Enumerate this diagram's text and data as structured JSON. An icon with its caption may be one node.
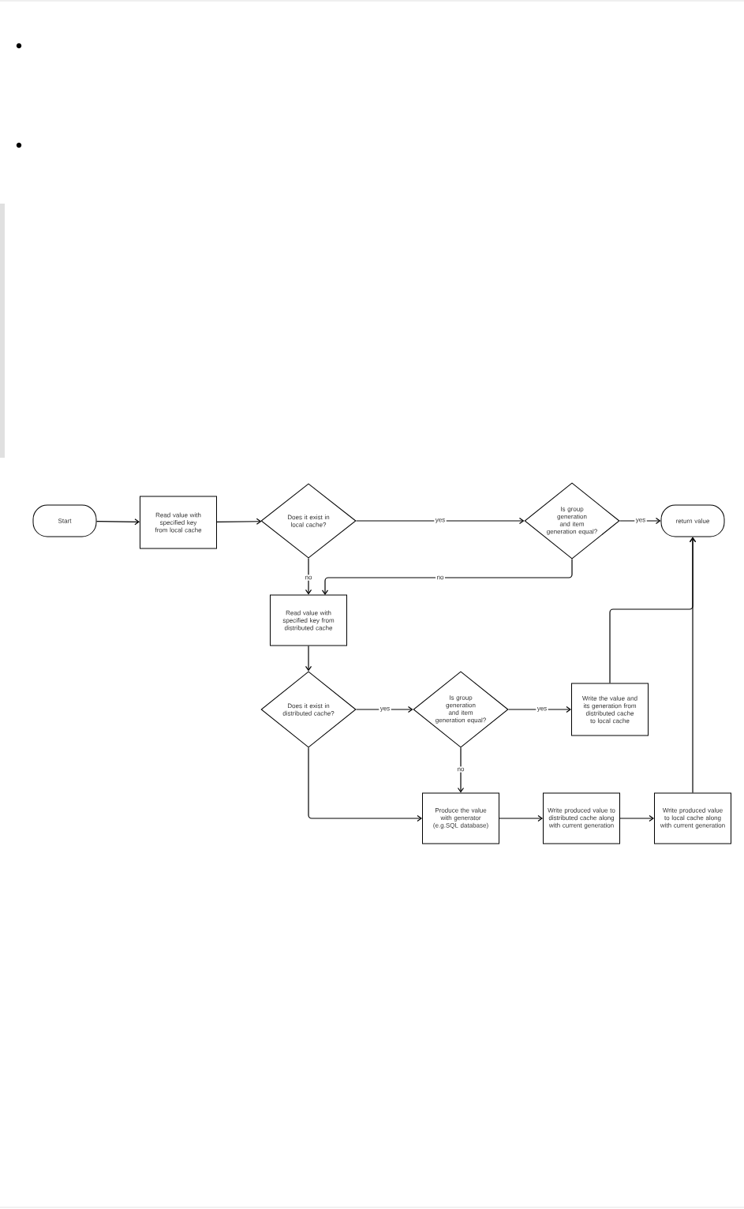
{
  "diagram": {
    "nodes": [
      {
        "text": [
          "Start"
        ]
      },
      {
        "text": [
          "Read value with specified key from local cache"
        ]
      },
      {
        "text": [
          "Does it exist in local cache?"
        ]
      },
      {
        "text": [
          "Is group generation and item generation equal?"
        ]
      },
      {
        "text": [
          "return value"
        ]
      },
      {
        "text": [
          "Read value with specified key from distributed cache"
        ]
      },
      {
        "text": [
          "Does it exist in distributed cache?"
        ]
      },
      {
        "text": [
          "Is group generation and item generation equal?"
        ]
      },
      {
        "text": [
          "Write the value and its generation from distributed cache to local cache"
        ]
      },
      {
        "text": [
          "Produce the value with generator (e.g.SQL database)"
        ]
      },
      {
        "text": [
          "Write produced value to distributed cache along with current generation"
        ]
      },
      {
        "text": [
          "Write produced value to local cache along with current generation"
        ]
      }
    ],
    "edges": [
      {
        "from": 0,
        "to": 1,
        "arrow": "to"
      },
      {
        "from": 1,
        "to": 2,
        "arrow": "to"
      },
      {
        "from": 2,
        "to": 3,
        "arrow": "to",
        "label": "yes"
      },
      {
        "from": 3,
        "to": 4,
        "arrow": "to",
        "label": "yes"
      },
      {
        "from": 2,
        "to": 5,
        "arrow": "to",
        "label": "no"
      },
      {
        "from": 3,
        "to": 5,
        "arrow": "to",
        "label": "no"
      },
      {
        "from": 5,
        "to": 6,
        "arrow": "to"
      },
      {
        "from": 6,
        "to": 7,
        "arrow": "to",
        "label": "yes"
      },
      {
        "from": 7,
        "to": 8,
        "arrow": "to",
        "label": "yes"
      },
      {
        "from": 8,
        "to": 4,
        "arrow": "to"
      },
      {
        "from": 7,
        "to": 9,
        "arrow": "to",
        "label": "no"
      },
      {
        "from": 6,
        "to": 9,
        "arrow": "to"
      },
      {
        "from": 9,
        "to": 10,
        "arrow": "to"
      },
      {
        "from": 10,
        "to": 11,
        "arrow": "to"
      },
      {
        "from": 11,
        "to": 4,
        "arrow": "to"
      }
    ]
  }
}
